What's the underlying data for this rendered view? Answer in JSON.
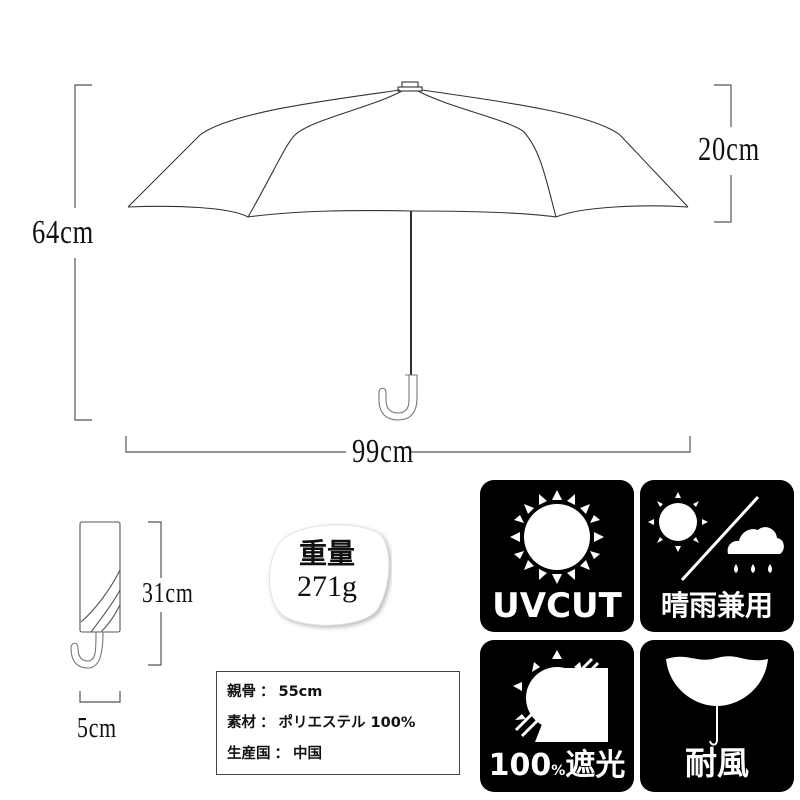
{
  "dimensions": {
    "height_open": "64cm",
    "canopy_depth": "20cm",
    "width_open": "99cm",
    "folded_length": "31cm",
    "folded_width": "5cm"
  },
  "weight": {
    "label": "重量",
    "value": "271g"
  },
  "specs": [
    {
      "label": "親骨",
      "sep": "：",
      "value": "55cm"
    },
    {
      "label": "素材",
      "sep": "：",
      "value": "ポリエステル 100%"
    },
    {
      "label": "生産国",
      "sep": "：",
      "value": "中国"
    }
  ],
  "badges": [
    {
      "id": "uvcut",
      "label": "UVCUT",
      "icon": "sun-icon"
    },
    {
      "id": "sun-rain",
      "label": "晴雨兼用",
      "icon": "sun-rain-icon"
    },
    {
      "id": "blackout",
      "label_main": "100",
      "label_pct": "%",
      "label_text": "遮光",
      "icon": "blocked-sun-icon"
    },
    {
      "id": "windproof",
      "label": "耐風",
      "icon": "inverted-umbrella-icon"
    }
  ],
  "colors": {
    "line": "#333333",
    "dim_line": "#555555",
    "badge_bg": "#000000",
    "badge_fg": "#ffffff"
  }
}
